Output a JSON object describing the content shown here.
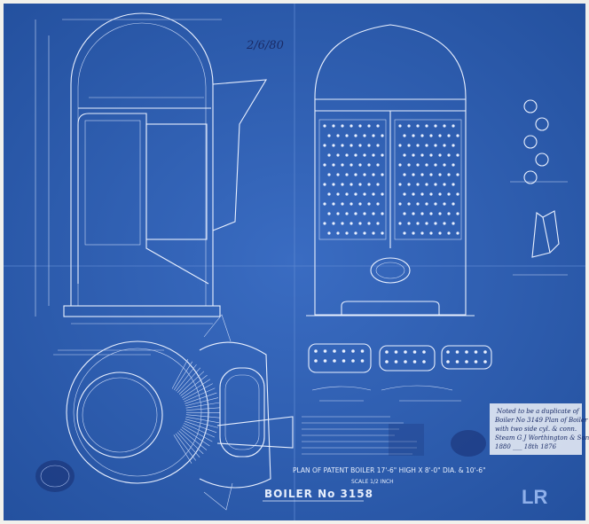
{
  "drawing": {
    "sheet_color": "#2f5fb3",
    "line_color": "#e9f0ff",
    "title": "BOILER  No  3158",
    "subtitle": "PLAN OF PATENT BOILER 17'-6\" HIGH X 8'-0\" DIA. & 10'-6\"",
    "scale_note": "SCALE 1/2 INCH",
    "pencil_mark": "2/6/80",
    "handwritten_note": [
      "Noted to be a duplicate of",
      "Boiler No 3149 Plan of Boiler",
      "with two side cyl. & conn.",
      "Steam G J Worthington & Son",
      "1880 ___ 18th 1876"
    ],
    "logo_text": "LR"
  }
}
